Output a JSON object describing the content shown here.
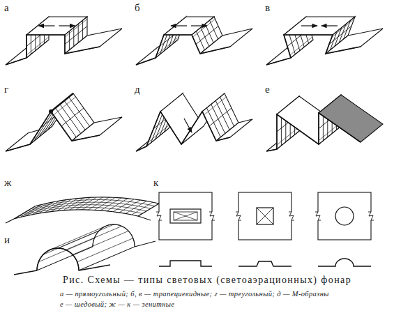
{
  "diagram": {
    "caption": "Рис. Схемы — типы световых (светоаэрационных) фонар",
    "labels": [
      "а",
      "б",
      "в",
      "г",
      "д",
      "е",
      "ж",
      "к",
      "и",
      "а — прямоугольный; б, в — трапециевидные; г — треугольный; д — М-образны",
      "е — шедовый; ж — к — зенитные"
    ]
  }
}
